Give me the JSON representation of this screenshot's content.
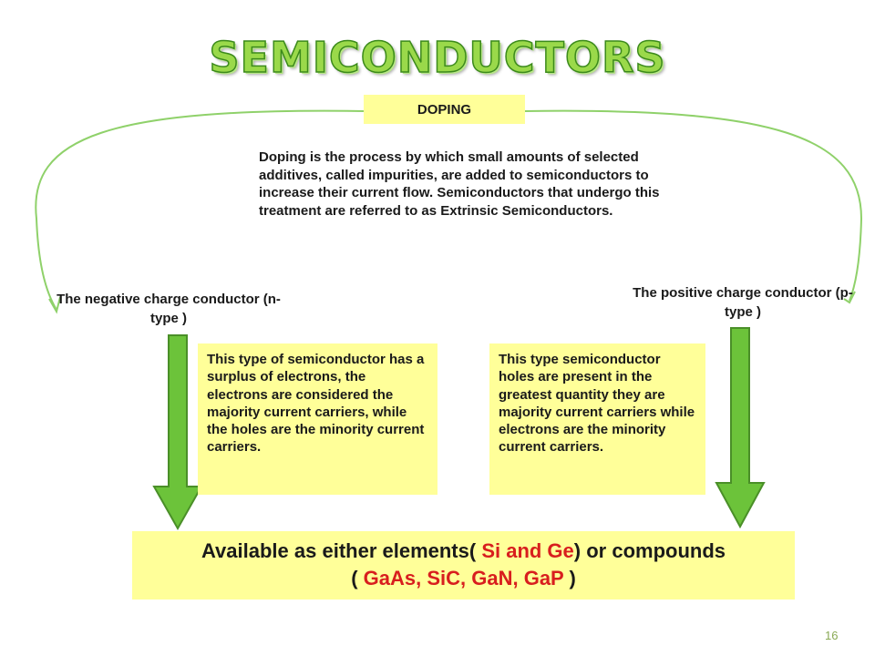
{
  "title": "SEMICONDUCTORS",
  "doping_label": "DOPING",
  "definition": "Doping is the process by which small amounts of selected additives, called impurities, are added to semiconductors to increase their current flow. Semiconductors that undergo this treatment are referred to as Extrinsic Semiconductors.",
  "n_type": {
    "label": "The negative charge conductor (n-type )",
    "description": "This type of semiconductor has a surplus of electrons, the electrons are considered the majority current carriers, while the holes are the minority current carriers."
  },
  "p_type": {
    "label": "The positive charge conductor (p-type )",
    "description": "This type semiconductor holes are present in the greatest quantity  they are  majority current carriers while electrons are the minority current carriers."
  },
  "bottom": {
    "text_1": "Available as either elements( ",
    "elements": "Si and Ge",
    "text_2": ") or compounds",
    "text_3": "( ",
    "compounds": "GaAs, SiC, GaN, GaP",
    "text_4": " )"
  },
  "page_number": "16",
  "colors": {
    "title_green": "#9ad94a",
    "box_yellow": "#ffff99",
    "arrow_green": "#6cc33a",
    "highlight_red": "#d81e1e"
  }
}
